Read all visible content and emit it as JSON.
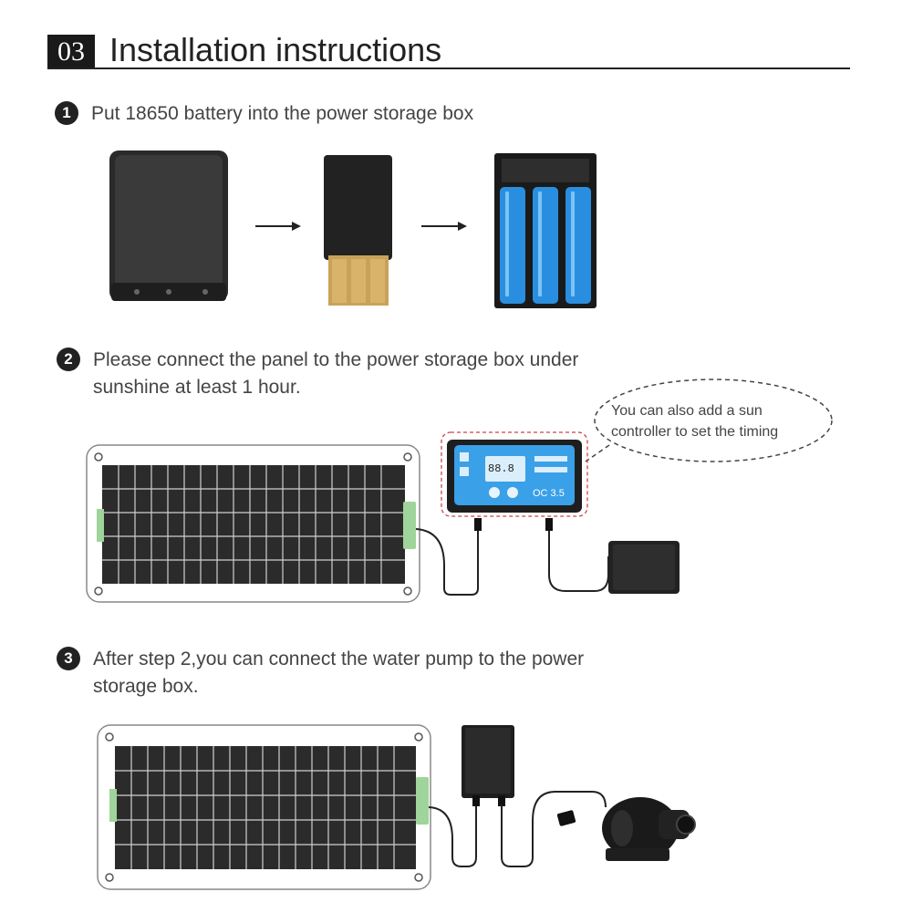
{
  "header": {
    "number": "03",
    "title": "Installation instructions"
  },
  "steps": [
    {
      "number": "1",
      "lines": [
        "Put 18650 battery into the power storage box"
      ]
    },
    {
      "number": "2",
      "lines": [
        "Please connect the panel to the power storage box under",
        "sunshine at least 1 hour."
      ]
    },
    {
      "number": "3",
      "lines": [
        "After step 2,you can connect the water pump to the power",
        "storage box."
      ]
    }
  ],
  "callout": {
    "lines": [
      "You can also add a sun",
      "controller to set the timing"
    ]
  },
  "controller": {
    "display_top": "88.8",
    "button_label": "OC 3.5"
  },
  "colors": {
    "battery": "#2a8ee0",
    "controller_face": "#3aa0e8",
    "panel_cell": "#2b2b2b",
    "junction": "#9fd49a"
  }
}
